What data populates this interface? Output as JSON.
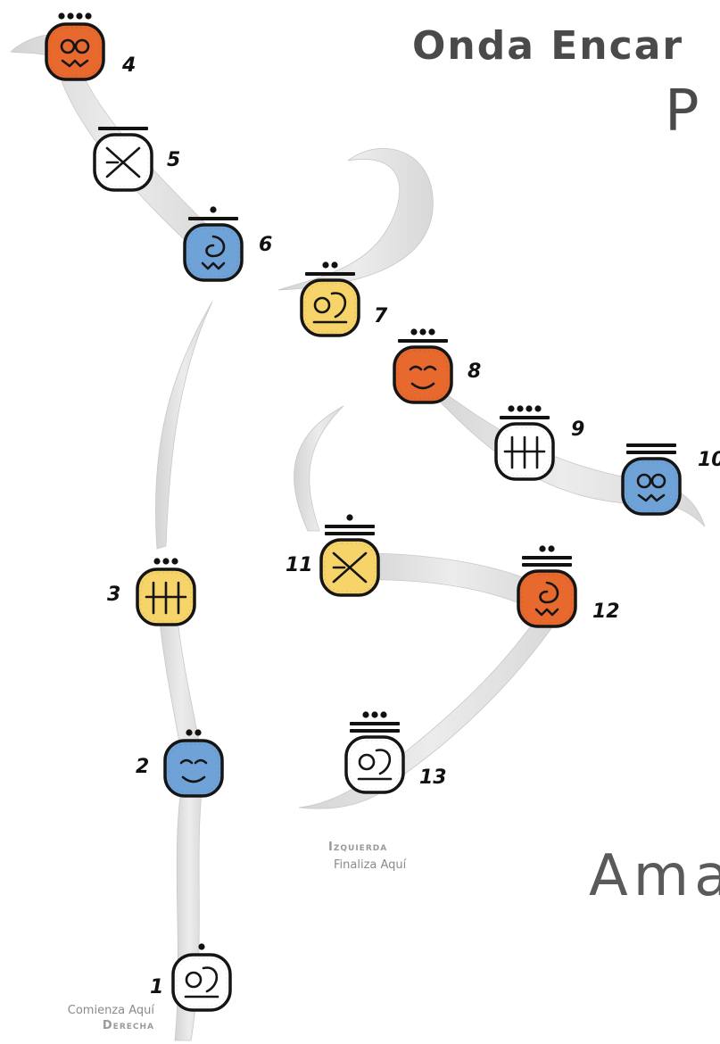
{
  "title": {
    "line1": "Onda Encar",
    "line2": "P",
    "line3": "Ama"
  },
  "start": {
    "hint": "Comienza Aquí",
    "direction": "Derecha"
  },
  "end": {
    "direction": "Izquierda",
    "hint": "Finaliza Aquí"
  },
  "glyphs": [
    {
      "num": "1",
      "dots": 1,
      "bars": 0,
      "color": "#ffffff",
      "icon": "jaguar-hand-glyph-icon"
    },
    {
      "num": "2",
      "dots": 2,
      "bars": 0,
      "color": "#6fa3d8",
      "icon": "face-glyph-icon"
    },
    {
      "num": "3",
      "dots": 3,
      "bars": 0,
      "color": "#f6d46a",
      "icon": "monkey-face-glyph-icon"
    },
    {
      "num": "4",
      "dots": 4,
      "bars": 0,
      "color": "#e8692e",
      "icon": "house-glyph-icon"
    },
    {
      "num": "5",
      "dots": 0,
      "bars": 1,
      "color": "#ffffff",
      "icon": "sleeping-face-glyph-icon"
    },
    {
      "num": "6",
      "dots": 1,
      "bars": 1,
      "color": "#6fa3d8",
      "icon": "eye-face-glyph-icon"
    },
    {
      "num": "7",
      "dots": 2,
      "bars": 1,
      "color": "#f6d46a",
      "icon": "spiral-glyph-icon"
    },
    {
      "num": "8",
      "dots": 3,
      "bars": 1,
      "color": "#e8692e",
      "icon": "double-spiral-glyph-icon"
    },
    {
      "num": "9",
      "dots": 4,
      "bars": 1,
      "color": "#ffffff",
      "icon": "crossed-glyph-icon"
    },
    {
      "num": "10",
      "dots": 0,
      "bars": 2,
      "color": "#6fa3d8",
      "icon": "square-spiral-glyph-icon"
    },
    {
      "num": "11",
      "dots": 1,
      "bars": 2,
      "color": "#f6d46a",
      "icon": "long-face-glyph-icon"
    },
    {
      "num": "12",
      "dots": 2,
      "bars": 2,
      "color": "#e8692e",
      "icon": "drum-glyph-icon"
    },
    {
      "num": "13",
      "dots": 3,
      "bars": 2,
      "color": "#ffffff",
      "icon": "tongue-face-glyph-icon"
    }
  ]
}
